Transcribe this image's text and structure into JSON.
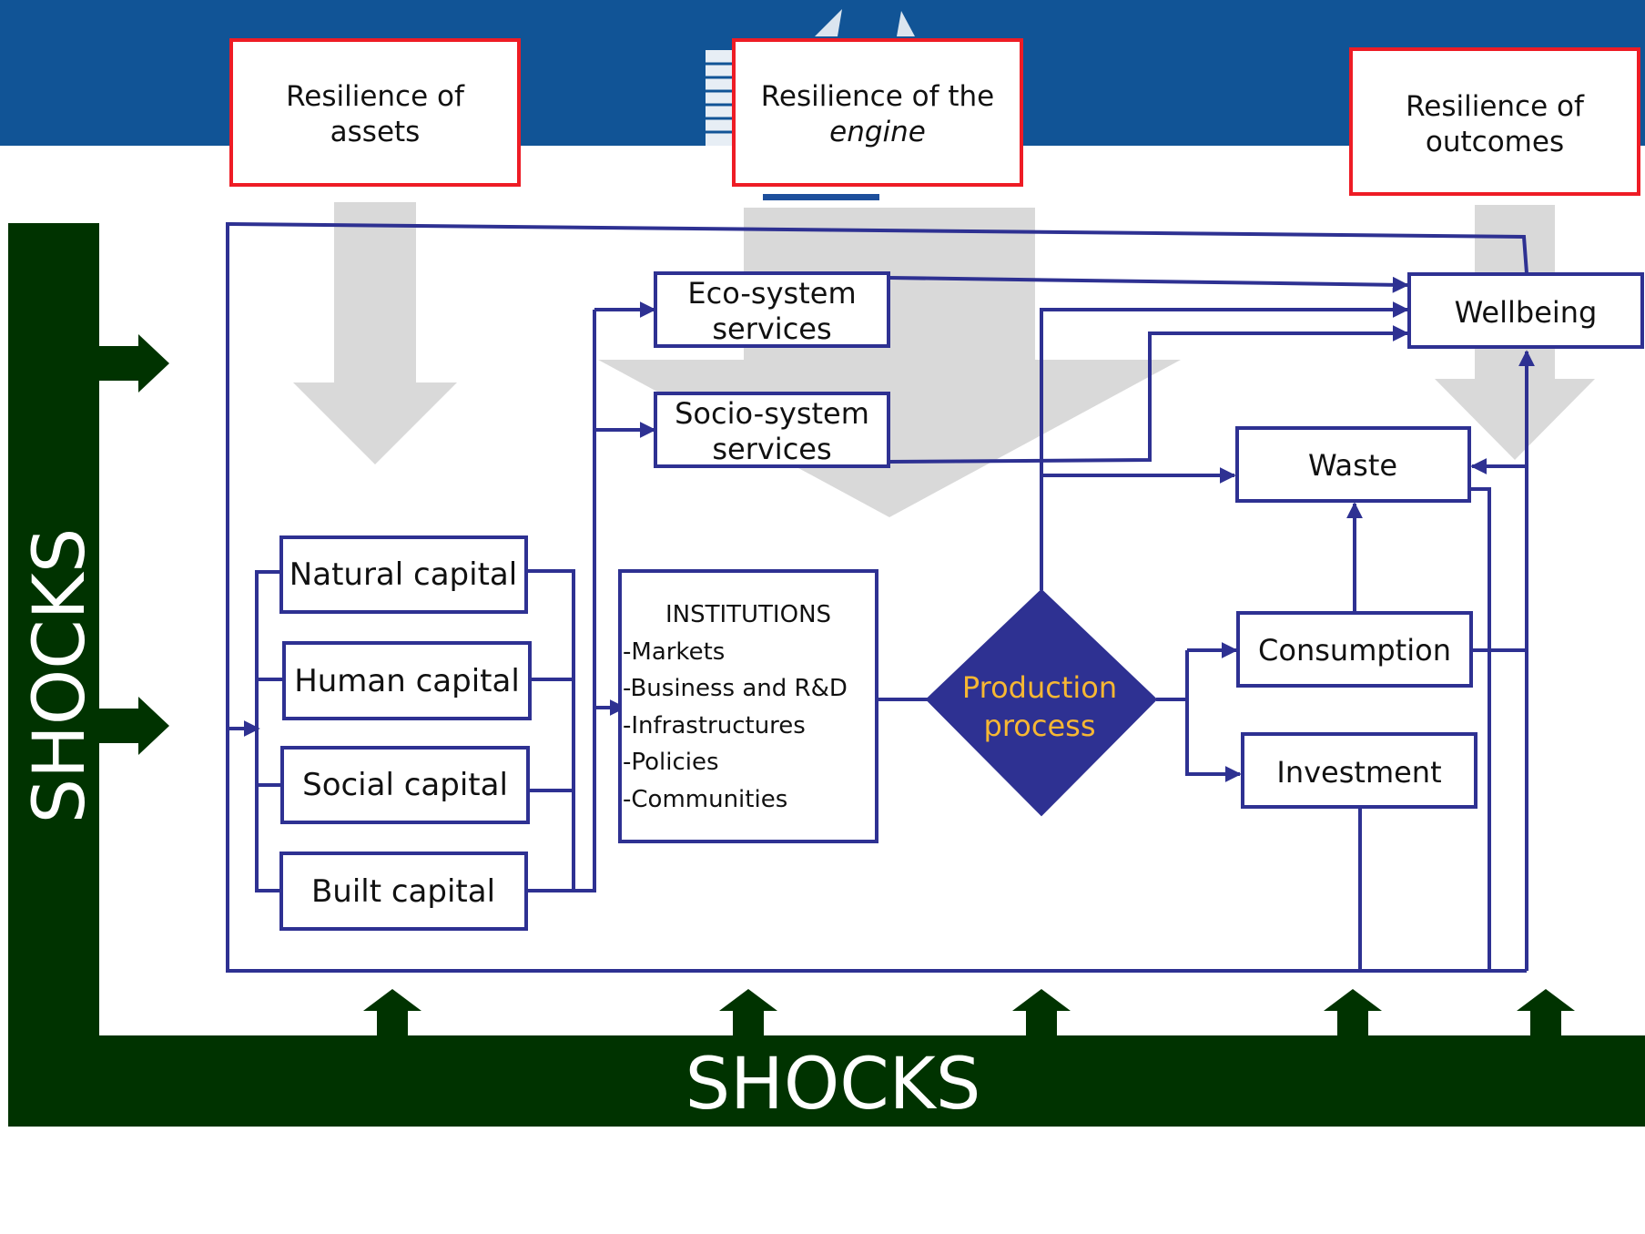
{
  "header": {
    "resilience_assets": [
      "Resilience of",
      "assets"
    ],
    "resilience_engine_line1": "Resilience of the",
    "resilience_engine_line2": "engine",
    "resilience_outcomes": [
      "Resilience of",
      "outcomes"
    ]
  },
  "shocks": {
    "vertical_label": "SHOCKS",
    "horizontal_label": "SHOCKS"
  },
  "capitals": {
    "natural": "Natural capital",
    "human": "Human capital",
    "social": "Social capital",
    "built": "Built capital"
  },
  "services": {
    "eco": [
      "Eco-system",
      "services"
    ],
    "socio": [
      "Socio-system",
      "services"
    ]
  },
  "institutions": {
    "title": "INSTITUTIONS",
    "items": [
      "-Markets",
      "-Business and R&D",
      "-Infrastructures",
      "-Policies",
      "-Communities"
    ]
  },
  "production": [
    "Production",
    "process"
  ],
  "outcomes": {
    "wellbeing": "Wellbeing",
    "waste": "Waste",
    "consumption": "Consumption",
    "investment": "Investment"
  },
  "colors": {
    "header_band": "#115496",
    "red_box": "#ee1c25",
    "navy": "#2e3192",
    "shocks_green": "#003300",
    "production_text": "#f7b733",
    "grey_arrow": "#d9d9d9"
  }
}
